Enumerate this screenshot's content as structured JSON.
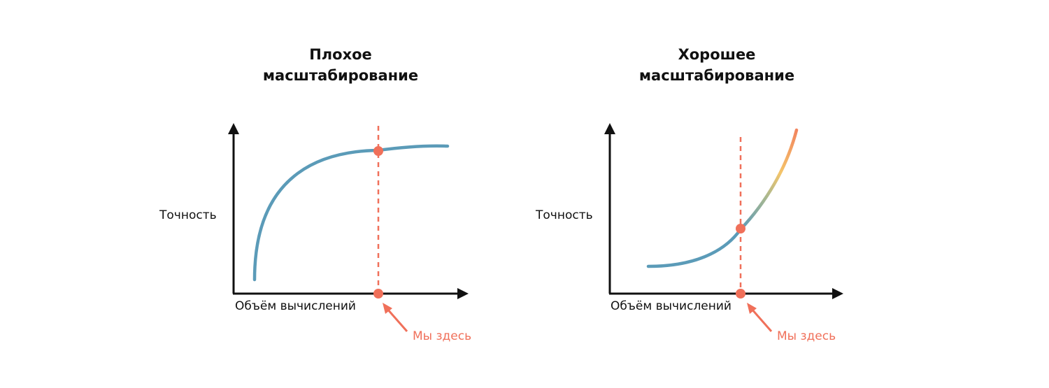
{
  "colors": {
    "axis": "#111111",
    "curve": "#5b9bb8",
    "accent": "#f0705a",
    "warm_mid": "#f4c56a",
    "warm_end": "#f2855e"
  },
  "panels": [
    {
      "title_line1": "Плохое",
      "title_line2": "масштабирование",
      "ylabel": "Точность",
      "xlabel": "Объём вычислений",
      "marker_label": "Мы здесь"
    },
    {
      "title_line1": "Хорошее",
      "title_line2": "масштабирование",
      "ylabel": "Точность",
      "xlabel": "Объём вычислений",
      "marker_label": "Мы здесь"
    }
  ]
}
